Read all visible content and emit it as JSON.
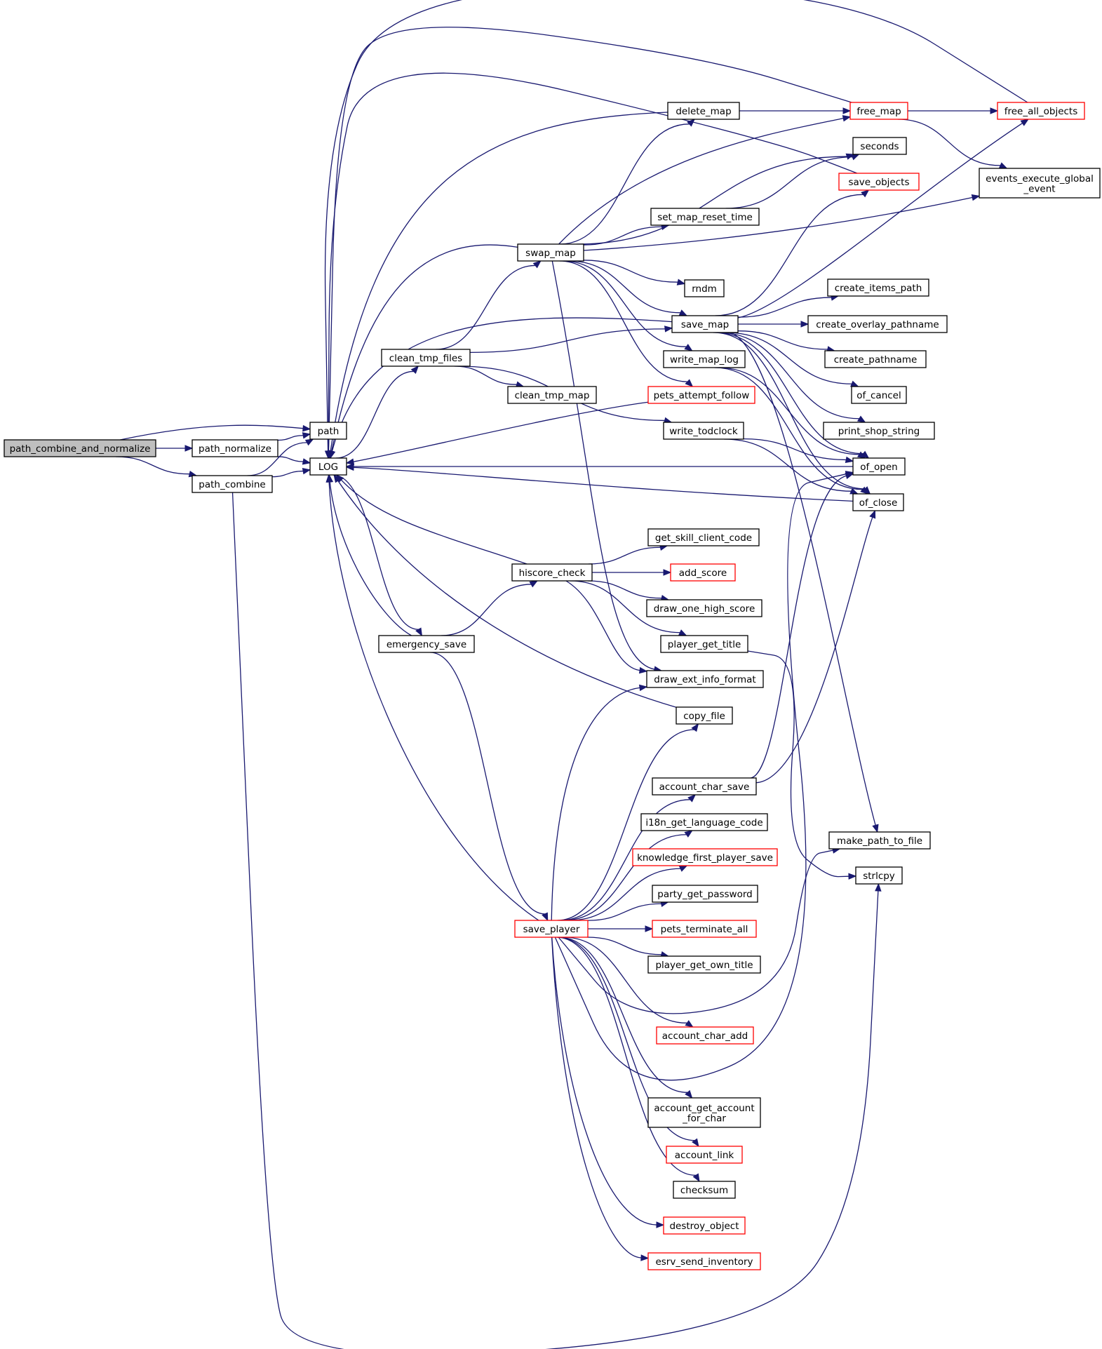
{
  "colors": {
    "edge": "#191970",
    "node_border": "#000000",
    "node_border_incomplete": "#ff0000",
    "root_fill": "#bfbfbf",
    "node_fill": "#ffffff"
  },
  "nodes": [
    {
      "id": "path_combine_and_normalize",
      "lines": [
        "path_combine_and_normalize"
      ],
      "root": true
    },
    {
      "id": "path_normalize",
      "lines": [
        "path_normalize"
      ]
    },
    {
      "id": "path_combine",
      "lines": [
        "path_combine"
      ]
    },
    {
      "id": "path",
      "lines": [
        "path"
      ]
    },
    {
      "id": "LOG",
      "lines": [
        "LOG"
      ]
    },
    {
      "id": "clean_tmp_files",
      "lines": [
        "clean_tmp_files"
      ]
    },
    {
      "id": "swap_map",
      "lines": [
        "swap_map"
      ]
    },
    {
      "id": "hiscore_check",
      "lines": [
        "hiscore_check"
      ]
    },
    {
      "id": "emergency_save",
      "lines": [
        "emergency_save"
      ]
    },
    {
      "id": "save_player",
      "lines": [
        "save_player"
      ],
      "red": true
    },
    {
      "id": "delete_map",
      "lines": [
        "delete_map"
      ]
    },
    {
      "id": "set_map_reset_time",
      "lines": [
        "set_map_reset_time"
      ]
    },
    {
      "id": "rndm",
      "lines": [
        "rndm"
      ]
    },
    {
      "id": "save_map",
      "lines": [
        "save_map"
      ]
    },
    {
      "id": "write_map_log",
      "lines": [
        "write_map_log"
      ]
    },
    {
      "id": "pets_attempt_follow",
      "lines": [
        "pets_attempt_follow"
      ],
      "red": true
    },
    {
      "id": "clean_tmp_map",
      "lines": [
        "clean_tmp_map"
      ]
    },
    {
      "id": "write_todclock",
      "lines": [
        "write_todclock"
      ]
    },
    {
      "id": "get_skill_client_code",
      "lines": [
        "get_skill_client_code"
      ]
    },
    {
      "id": "add_score",
      "lines": [
        "add_score"
      ],
      "red": true
    },
    {
      "id": "draw_one_high_score",
      "lines": [
        "draw_one_high_score"
      ]
    },
    {
      "id": "player_get_title",
      "lines": [
        "player_get_title"
      ]
    },
    {
      "id": "draw_ext_info_format",
      "lines": [
        "draw_ext_info_format"
      ]
    },
    {
      "id": "copy_file",
      "lines": [
        "copy_file"
      ]
    },
    {
      "id": "account_char_save",
      "lines": [
        "account_char_save"
      ]
    },
    {
      "id": "i18n_get_language_code",
      "lines": [
        "i18n_get_language_code"
      ]
    },
    {
      "id": "knowledge_first_player_save",
      "lines": [
        "knowledge_first_player_save"
      ],
      "red": true
    },
    {
      "id": "party_get_password",
      "lines": [
        "party_get_password"
      ]
    },
    {
      "id": "pets_terminate_all",
      "lines": [
        "pets_terminate_all"
      ],
      "red": true
    },
    {
      "id": "player_get_own_title",
      "lines": [
        "player_get_own_title"
      ]
    },
    {
      "id": "account_char_add",
      "lines": [
        "account_char_add"
      ],
      "red": true
    },
    {
      "id": "account_get_account_for_char",
      "lines": [
        "account_get_account",
        "_for_char"
      ]
    },
    {
      "id": "account_link",
      "lines": [
        "account_link"
      ],
      "red": true
    },
    {
      "id": "checksum",
      "lines": [
        "checksum"
      ]
    },
    {
      "id": "destroy_object",
      "lines": [
        "destroy_object"
      ],
      "red": true
    },
    {
      "id": "esrv_send_inventory",
      "lines": [
        "esrv_send_inventory"
      ],
      "red": true
    },
    {
      "id": "free_map",
      "lines": [
        "free_map"
      ],
      "red": true
    },
    {
      "id": "seconds",
      "lines": [
        "seconds"
      ]
    },
    {
      "id": "save_objects",
      "lines": [
        "save_objects"
      ],
      "red": true
    },
    {
      "id": "create_items_path",
      "lines": [
        "create_items_path"
      ]
    },
    {
      "id": "create_overlay_pathname",
      "lines": [
        "create_overlay_pathname"
      ]
    },
    {
      "id": "create_pathname",
      "lines": [
        "create_pathname"
      ]
    },
    {
      "id": "of_cancel",
      "lines": [
        "of_cancel"
      ]
    },
    {
      "id": "print_shop_string",
      "lines": [
        "print_shop_string"
      ]
    },
    {
      "id": "of_open",
      "lines": [
        "of_open"
      ]
    },
    {
      "id": "of_close",
      "lines": [
        "of_close"
      ]
    },
    {
      "id": "make_path_to_file",
      "lines": [
        "make_path_to_file"
      ]
    },
    {
      "id": "strlcpy",
      "lines": [
        "strlcpy"
      ]
    },
    {
      "id": "free_all_objects",
      "lines": [
        "free_all_objects"
      ],
      "red": true
    },
    {
      "id": "events_execute_global_event",
      "lines": [
        "events_execute_global",
        "_event"
      ]
    }
  ],
  "edges": [
    [
      "path_combine_and_normalize",
      "path"
    ],
    [
      "path_combine_and_normalize",
      "path_normalize"
    ],
    [
      "path_combine_and_normalize",
      "path_combine"
    ],
    [
      "path_normalize",
      "path"
    ],
    [
      "path_normalize",
      "LOG"
    ],
    [
      "path_combine",
      "path"
    ],
    [
      "path_combine",
      "LOG"
    ],
    [
      "path_combine",
      "strlcpy"
    ],
    [
      "LOG",
      "clean_tmp_files"
    ],
    [
      "LOG",
      "emergency_save"
    ],
    [
      "clean_tmp_files",
      "swap_map"
    ],
    [
      "clean_tmp_files",
      "save_map"
    ],
    [
      "clean_tmp_files",
      "clean_tmp_map"
    ],
    [
      "clean_tmp_files",
      "write_todclock"
    ],
    [
      "swap_map",
      "delete_map"
    ],
    [
      "swap_map",
      "free_map"
    ],
    [
      "swap_map",
      "seconds"
    ],
    [
      "swap_map",
      "set_map_reset_time"
    ],
    [
      "swap_map",
      "events_execute_global_event"
    ],
    [
      "swap_map",
      "rndm"
    ],
    [
      "swap_map",
      "save_map"
    ],
    [
      "swap_map",
      "write_map_log"
    ],
    [
      "swap_map",
      "pets_attempt_follow"
    ],
    [
      "swap_map",
      "draw_ext_info_format"
    ],
    [
      "swap_map",
      "LOG"
    ],
    [
      "delete_map",
      "free_map"
    ],
    [
      "delete_map",
      "LOG"
    ],
    [
      "free_map",
      "free_all_objects"
    ],
    [
      "free_map",
      "events_execute_global_event"
    ],
    [
      "free_map",
      "LOG"
    ],
    [
      "free_all_objects",
      "LOG"
    ],
    [
      "set_map_reset_time",
      "seconds"
    ],
    [
      "save_map",
      "create_items_path"
    ],
    [
      "save_map",
      "create_overlay_pathname"
    ],
    [
      "save_map",
      "create_pathname"
    ],
    [
      "save_map",
      "of_cancel"
    ],
    [
      "save_map",
      "print_shop_string"
    ],
    [
      "save_map",
      "of_open"
    ],
    [
      "save_map",
      "of_close"
    ],
    [
      "save_map",
      "make_path_to_file"
    ],
    [
      "save_map",
      "save_objects"
    ],
    [
      "save_map",
      "free_all_objects"
    ],
    [
      "save_map",
      "LOG"
    ],
    [
      "save_objects",
      "LOG"
    ],
    [
      "write_map_log",
      "of_open"
    ],
    [
      "write_map_log",
      "of_close"
    ],
    [
      "write_todclock",
      "of_open"
    ],
    [
      "write_todclock",
      "of_close"
    ],
    [
      "pets_attempt_follow",
      "LOG"
    ],
    [
      "of_open",
      "LOG"
    ],
    [
      "of_close",
      "LOG"
    ],
    [
      "emergency_save",
      "LOG"
    ],
    [
      "emergency_save",
      "hiscore_check"
    ],
    [
      "emergency_save",
      "save_player"
    ],
    [
      "hiscore_check",
      "LOG"
    ],
    [
      "hiscore_check",
      "get_skill_client_code"
    ],
    [
      "hiscore_check",
      "add_score"
    ],
    [
      "hiscore_check",
      "draw_one_high_score"
    ],
    [
      "hiscore_check",
      "player_get_title"
    ],
    [
      "hiscore_check",
      "draw_ext_info_format"
    ],
    [
      "player_get_title",
      "strlcpy"
    ],
    [
      "copy_file",
      "LOG"
    ],
    [
      "save_player",
      "LOG"
    ],
    [
      "save_player",
      "draw_ext_info_format"
    ],
    [
      "save_player",
      "copy_file"
    ],
    [
      "save_player",
      "account_char_save"
    ],
    [
      "save_player",
      "i18n_get_language_code"
    ],
    [
      "save_player",
      "knowledge_first_player_save"
    ],
    [
      "save_player",
      "party_get_password"
    ],
    [
      "save_player",
      "pets_terminate_all"
    ],
    [
      "save_player",
      "player_get_own_title"
    ],
    [
      "save_player",
      "account_char_add"
    ],
    [
      "save_player",
      "account_get_account_for_char"
    ],
    [
      "save_player",
      "account_link"
    ],
    [
      "save_player",
      "checksum"
    ],
    [
      "save_player",
      "destroy_object"
    ],
    [
      "save_player",
      "esrv_send_inventory"
    ],
    [
      "save_player",
      "of_open"
    ],
    [
      "save_player",
      "make_path_to_file"
    ],
    [
      "account_char_save",
      "of_open"
    ],
    [
      "account_char_save",
      "of_close"
    ]
  ]
}
